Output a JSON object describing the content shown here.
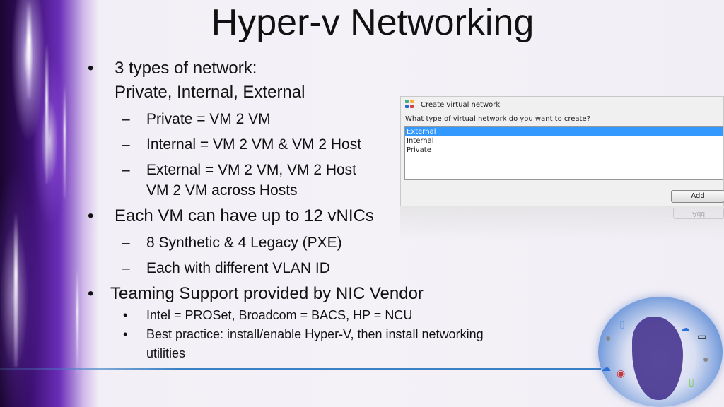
{
  "slide": {
    "title": "Hyper-v Networking",
    "bullets": [
      {
        "marker": "•",
        "text_line1": "3 types of network:",
        "text_line2": "Private, Internal, External"
      },
      {
        "marker": "–",
        "text": "Private = VM 2 VM"
      },
      {
        "marker": "–",
        "text": "Internal = VM 2 VM & VM 2 Host"
      },
      {
        "marker": "–",
        "text_line1": "External = VM 2 VM, VM 2 Host",
        "text_line2": "VM 2 VM across Hosts"
      },
      {
        "marker": "•",
        "text": "Each VM can have up to 12 vNICs"
      },
      {
        "marker": "–",
        "text": "8 Synthetic & 4 Legacy (PXE)"
      },
      {
        "marker": "–",
        "text": "Each with different VLAN ID"
      },
      {
        "marker": "•",
        "text": "Teaming Support provided by NIC Vendor"
      },
      {
        "marker": "•",
        "text": "Intel = PROSet, Broadcom = BACS, HP = NCU"
      },
      {
        "marker": "•",
        "text_line1": "Best practice: install/enable Hyper-V, then install networking",
        "text_line2": "utilities"
      }
    ]
  },
  "dialog": {
    "title": "Create virtual network",
    "question": "What type of virtual network do you want to create?",
    "options": [
      "External",
      "Internal",
      "Private"
    ],
    "selected": "External",
    "add_label": "Add"
  },
  "colors": {
    "accent_purple": "#6b2db8",
    "rule_blue": "#3b7fc4",
    "selection_blue": "#3399ff"
  },
  "icons": [
    "network-icon",
    "globe-icon",
    "cloud-icon",
    "person-icon",
    "laptop-icon",
    "phone-icon"
  ]
}
